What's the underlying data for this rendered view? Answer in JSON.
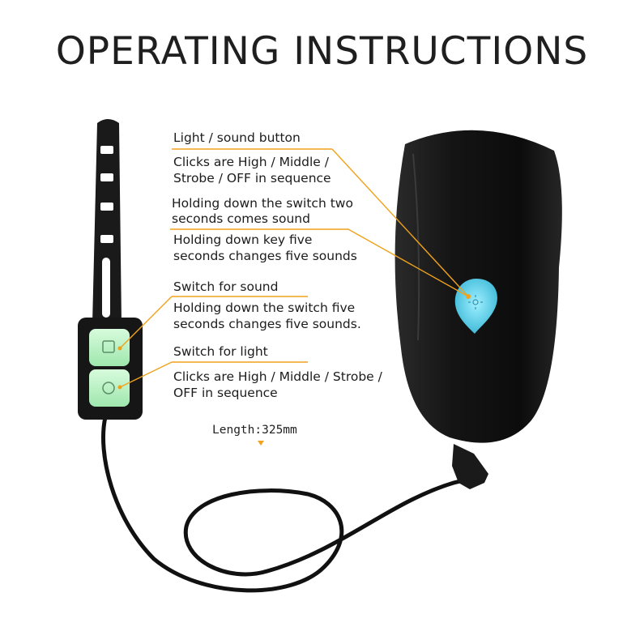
{
  "title": "OPERATING INSTRUCTIONS",
  "callouts": {
    "light_sound_button": "Light / sound button",
    "light_sound_clicks_1": "Clicks are High / Middle /",
    "light_sound_clicks_2": "Strobe / OFF in sequence",
    "hold_two_1": "Holding down the switch two",
    "hold_two_2": "seconds comes sound",
    "hold_five_key_1": "Holding down key five",
    "hold_five_key_2": "seconds changes five sounds",
    "switch_sound": "Switch for sound",
    "switch_sound_desc_1": "Holding down the switch five",
    "switch_sound_desc_2": "seconds changes five  sounds.",
    "switch_light": "Switch for light",
    "switch_light_desc_1": "Clicks are High / Middle / Strobe /",
    "switch_light_desc_2": "OFF in sequence"
  },
  "cable_length": "Length:325mm",
  "colors": {
    "callout_line": "#f0a21c",
    "device_body": "#141414",
    "button_glow": "#5fd0e6",
    "remote_glow": "#b9f2c4"
  }
}
